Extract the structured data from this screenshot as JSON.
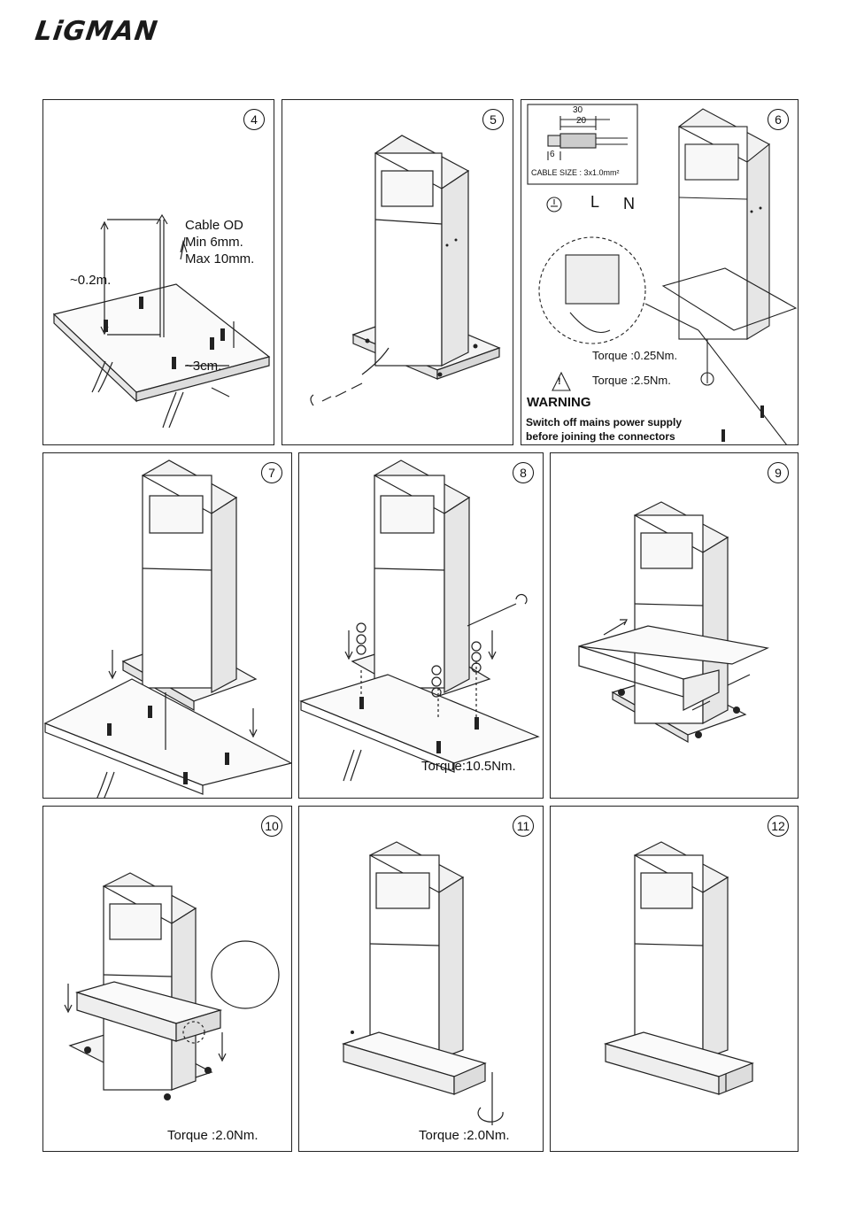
{
  "brand": {
    "logo": "LiGMAN"
  },
  "steps": [
    {
      "number": "4",
      "labels": {
        "cable_od": "Cable OD",
        "min": "Min 6mm.",
        "max": "Max 10mm.",
        "depth": "~0.2m.",
        "protrude": "~3cm."
      }
    },
    {
      "number": "5"
    },
    {
      "number": "6",
      "labels": {
        "dim30": "30",
        "dim20": "20",
        "dim6": "6",
        "cable_size": "CABLE SIZE : 3x1.0mm²",
        "L": "L",
        "N": "N",
        "torque1": "Torque :0.25Nm.",
        "torque2": "Torque :2.5Nm.",
        "warning_title": "WARNING",
        "warning_line1": "Switch off mains power supply",
        "warning_line2": "before joining the connectors",
        "warning_mark": "!"
      }
    },
    {
      "number": "7"
    },
    {
      "number": "8",
      "labels": {
        "torque": "Torque:10.5Nm."
      }
    },
    {
      "number": "9"
    },
    {
      "number": "10",
      "labels": {
        "torque": "Torque :2.0Nm."
      }
    },
    {
      "number": "11",
      "labels": {
        "torque": "Torque :2.0Nm."
      }
    },
    {
      "number": "12"
    }
  ]
}
